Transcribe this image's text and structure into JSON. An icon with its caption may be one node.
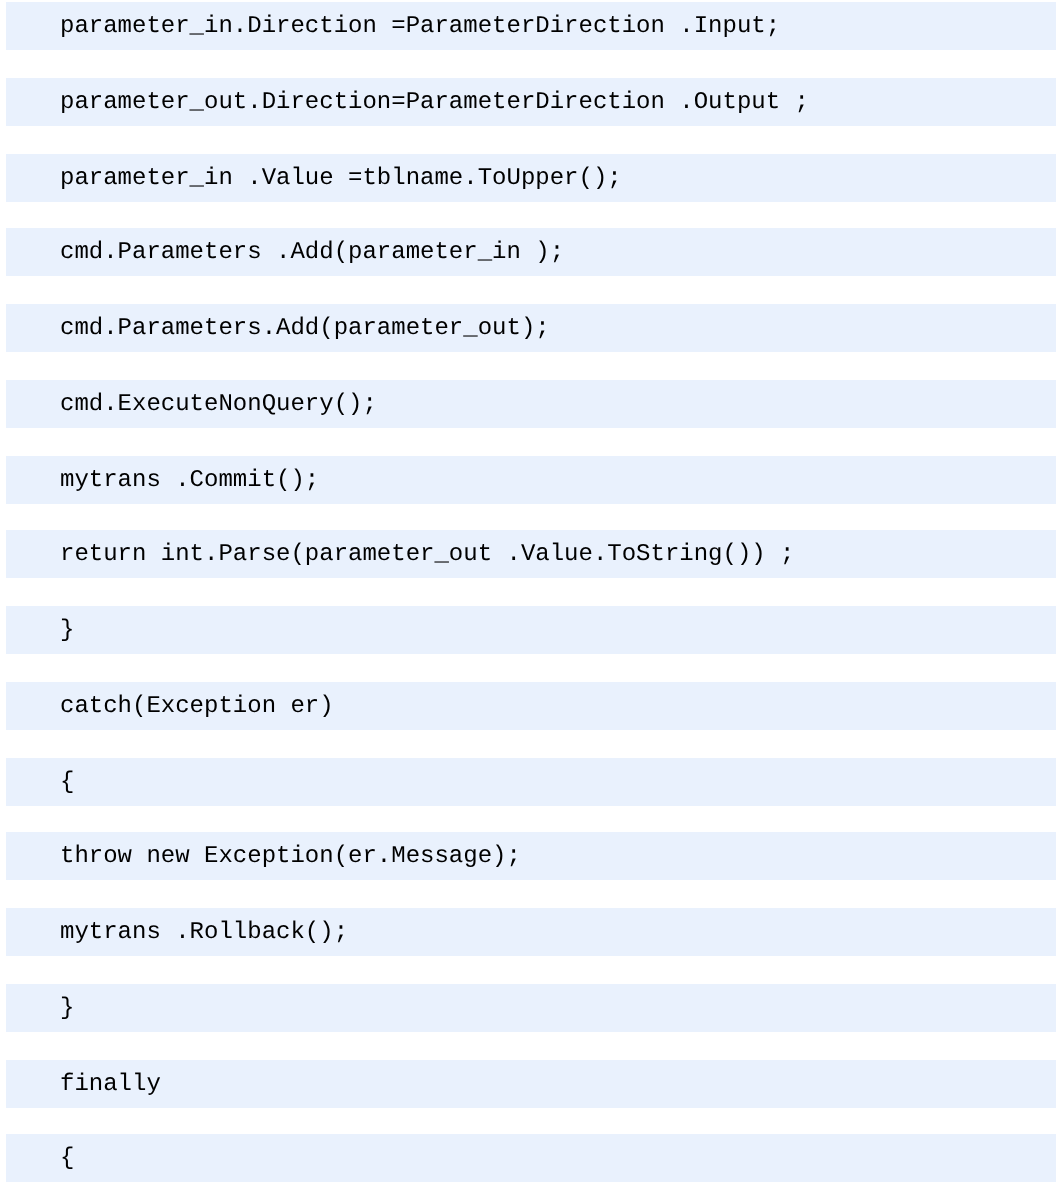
{
  "diagram": {
    "labels": [
      "parameter_in.Direction =ParameterDirection .Input;",
      "parameter_out.Direction=ParameterDirection .Output ;",
      "parameter_in .Value =tblname.ToUpper();",
      "cmd.Parameters .Add(parameter_in );",
      "cmd.Parameters.Add(parameter_out);",
      "cmd.ExecuteNonQuery();",
      "mytrans .Commit();",
      "return int.Parse(parameter_out .Value.ToString()) ;",
      "}",
      "catch(Exception er)",
      "{",
      "throw new Exception(er.Message);",
      "mytrans .Rollback();",
      "}",
      "finally",
      "{"
    ]
  }
}
